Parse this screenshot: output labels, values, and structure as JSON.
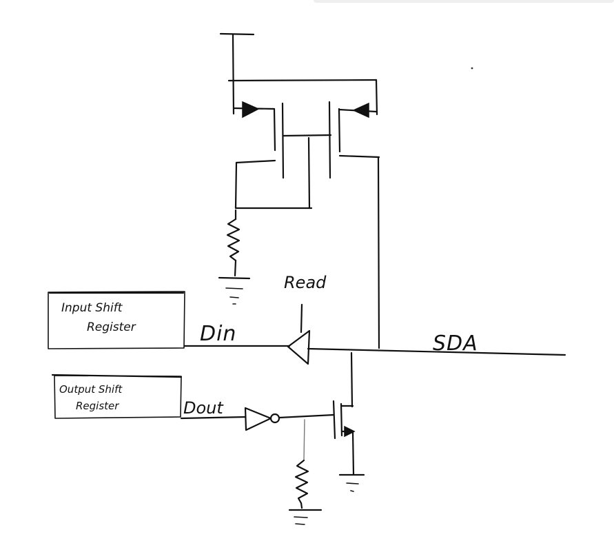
{
  "labels": {
    "input_register_line1": "Input Shift",
    "input_register_line2": "Register",
    "output_register_line1": "Output Shift",
    "output_register_line2": "Register",
    "din": "Din",
    "dout": "Dout",
    "read": "Read",
    "sda": "SDA"
  },
  "colors": {
    "ink": "#111111",
    "background": "#ffffff"
  }
}
